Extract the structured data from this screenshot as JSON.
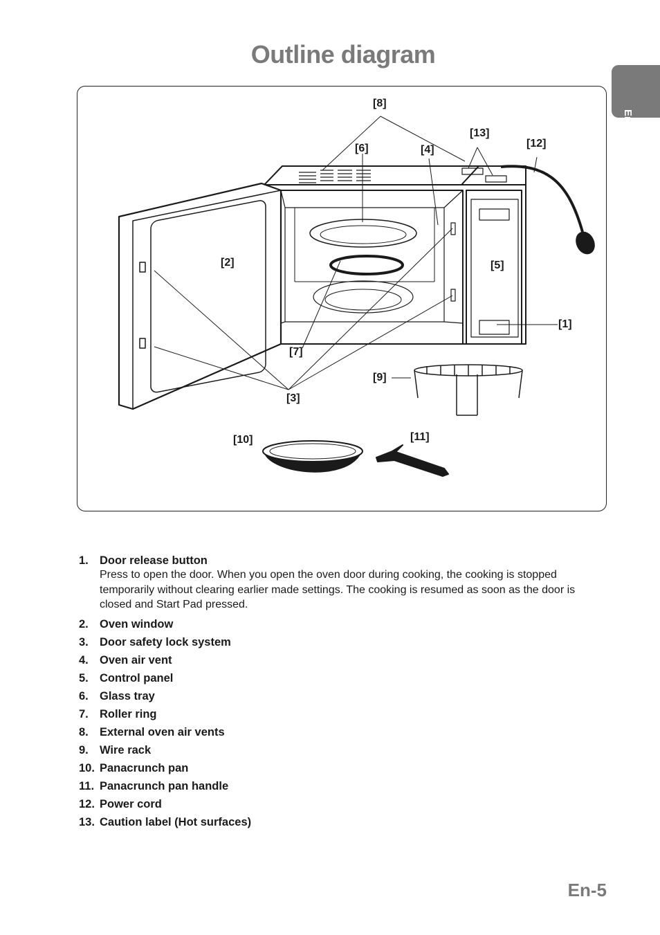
{
  "page": {
    "title": "Outline diagram",
    "language_tab": "English",
    "page_number": "En-5"
  },
  "diagram": {
    "callouts": {
      "c1": "[1]",
      "c2": "[2]",
      "c3": "[3]",
      "c4": "[4]",
      "c5": "[5]",
      "c6": "[6]",
      "c7": "[7]",
      "c8": "[8]",
      "c9": "[9]",
      "c10": "[10]",
      "c11": "[11]",
      "c12": "[12]",
      "c13": "[13]"
    }
  },
  "legend": [
    {
      "num": "1.",
      "name": "Door release button",
      "desc": "Press to open the door. When you open the oven door during cooking, the cooking is stopped temporarily without clearing earlier made settings. The cooking is resumed as soon as the door is closed and Start Pad pressed."
    },
    {
      "num": "2.",
      "name": "Oven window"
    },
    {
      "num": "3.",
      "name": "Door safety lock system"
    },
    {
      "num": "4.",
      "name": "Oven air vent"
    },
    {
      "num": "5.",
      "name": "Control panel"
    },
    {
      "num": "6.",
      "name": "Glass tray"
    },
    {
      "num": "7.",
      "name": "Roller ring"
    },
    {
      "num": "8.",
      "name": "External oven air vents"
    },
    {
      "num": "9.",
      "name": "Wire rack"
    },
    {
      "num": "10.",
      "name": "Panacrunch pan"
    },
    {
      "num": "11.",
      "name": "Panacrunch pan handle"
    },
    {
      "num": "12.",
      "name": "Power cord"
    },
    {
      "num": "13.",
      "name": "Caution label (Hot surfaces)"
    }
  ]
}
